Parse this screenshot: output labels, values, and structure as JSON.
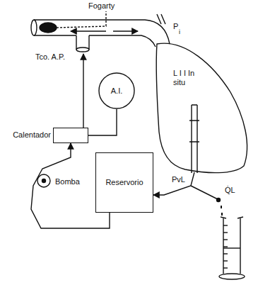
{
  "diagram": {
    "nodes": [
      {
        "text": [
          "L I I In situ"
        ]
      },
      {
        "text": [
          "A.I."
        ]
      },
      {
        "text": [
          "Calentador"
        ]
      },
      {
        "text": [
          "Reservorio"
        ]
      }
    ],
    "edges": [
      {
        "from": 2,
        "to": 1,
        "arrow": "none"
      },
      {
        "from": 3,
        "to": 2,
        "arrow": "to"
      },
      {
        "from": 0,
        "to": 3,
        "arrow": "to"
      }
    ],
    "labels": [
      "Fogarty",
      "P",
      "i",
      "Tco. A.P.",
      "Bomba",
      "PvL",
      "Q̇L"
    ]
  }
}
